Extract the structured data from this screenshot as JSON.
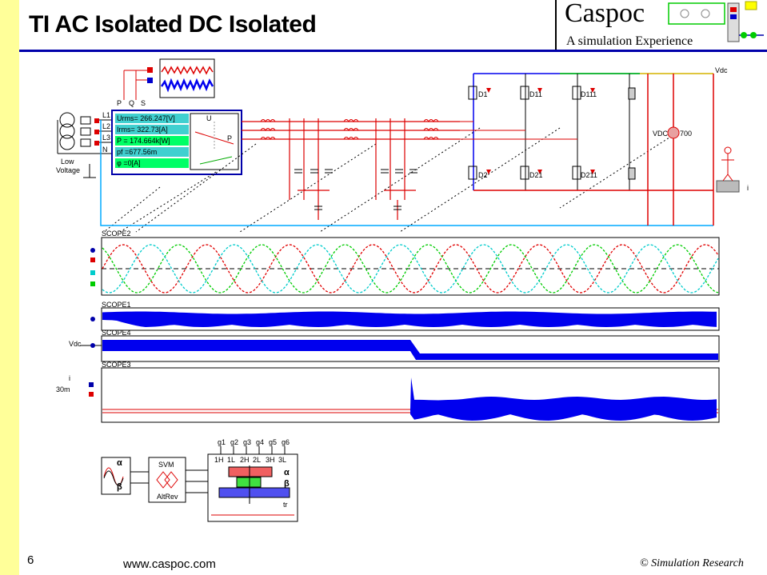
{
  "slide": {
    "title": "TI AC Isolated DC Isolated",
    "brand": "Caspoc",
    "brand_subtitle": "A simulation Experience",
    "page_number": "6",
    "website": "www.caspoc.com",
    "copyright": "© Simulation Research"
  },
  "colors": {
    "accent_bar": "#ffff99",
    "rule": "#0000aa",
    "power_line": "#e00000",
    "dc_bus": "#00aaff",
    "scope_blue": "#0000ee",
    "phase_a": "#e00000",
    "phase_b": "#00cc00",
    "phase_c": "#00cccc"
  },
  "source": {
    "phase_labels": [
      "L1",
      "L2",
      "L3",
      "N"
    ],
    "name_line1": "Low",
    "name_line2": "Voltage",
    "pqs_labels": [
      "P",
      "Q",
      "S"
    ]
  },
  "meter": {
    "readings": [
      "Urms= 266.247[V]",
      "Irms= 322.73[A]",
      "P = 174.664k[W]",
      "pf =677.56m",
      "φ =0[A]"
    ],
    "phasor_u": "U",
    "phasor_p": "P"
  },
  "inverter": {
    "top_labels": [
      "D1",
      "D11",
      "D111"
    ],
    "bottom_labels": [
      "D2",
      "D21",
      "D211"
    ],
    "dc_source_label": "VDC",
    "dc_source_value": "700",
    "vdc_label": "Vdc",
    "i_label": "i"
  },
  "scopes": {
    "names": [
      "SCOPE2",
      "SCOPE1",
      "SCOPE4",
      "SCOPE3"
    ],
    "vdc_input": "Vdc",
    "i_input": "i",
    "scale_label": "30m"
  },
  "control": {
    "svm_label": "SVM",
    "svm_sub": "AltRev",
    "gate_labels": [
      "g1",
      "g2",
      "g3",
      "g4",
      "g5",
      "g6"
    ],
    "leg_labels": [
      "1H",
      "1L",
      "2H",
      "2L",
      "3H",
      "3L"
    ],
    "alpha": "α",
    "beta": "β",
    "tr": "tr"
  }
}
